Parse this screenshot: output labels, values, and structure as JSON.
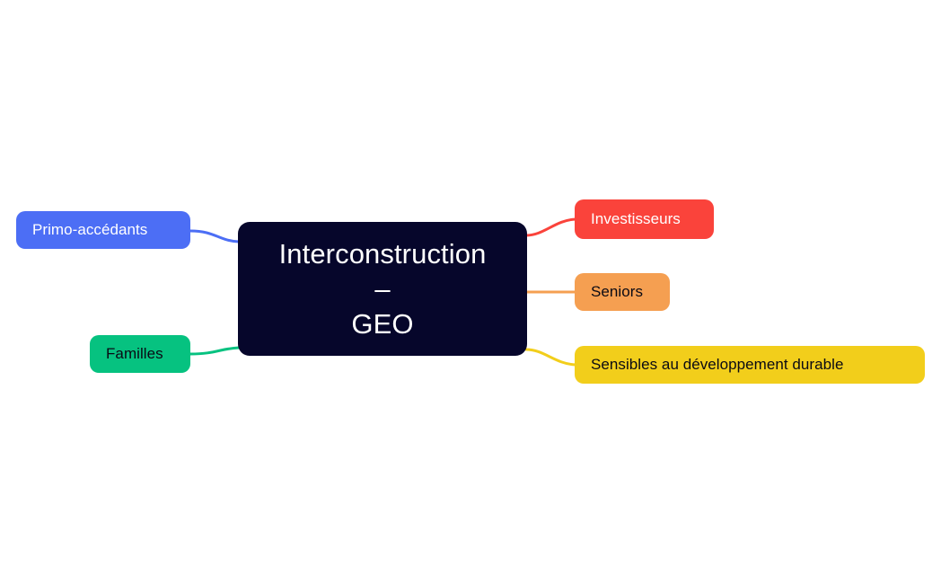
{
  "diagram": {
    "type": "mind-map",
    "background_color": "#ffffff",
    "central_node": {
      "name": "central-node",
      "lines": [
        "Interconstruction",
        "–",
        "GEO"
      ],
      "full_text": "Interconstruction – GEO",
      "background_color": "#06062b",
      "text_color": "#ffffff"
    },
    "branches": [
      {
        "id": "primo-accedants",
        "label": "Primo-accédants",
        "side": "left",
        "color": "#4c6ef5",
        "text_color": "#ffffff",
        "connector_color": "#4c6ef5"
      },
      {
        "id": "familles",
        "label": "Familles",
        "side": "left",
        "color": "#06c280",
        "text_color": "#0a0a14",
        "connector_color": "#06c280"
      },
      {
        "id": "investisseurs",
        "label": "Investisseurs",
        "side": "right",
        "color": "#fa433b",
        "text_color": "#ffffff",
        "connector_color": "#fa433b"
      },
      {
        "id": "seniors",
        "label": "Seniors",
        "side": "right",
        "color": "#f59f51",
        "text_color": "#0a0a14",
        "connector_color": "#f59f51"
      },
      {
        "id": "sensibles",
        "label": "Sensibles au développement durable",
        "side": "right",
        "color": "#f2ce1b",
        "text_color": "#0a0a14",
        "connector_color": "#f2ce1b"
      }
    ]
  }
}
